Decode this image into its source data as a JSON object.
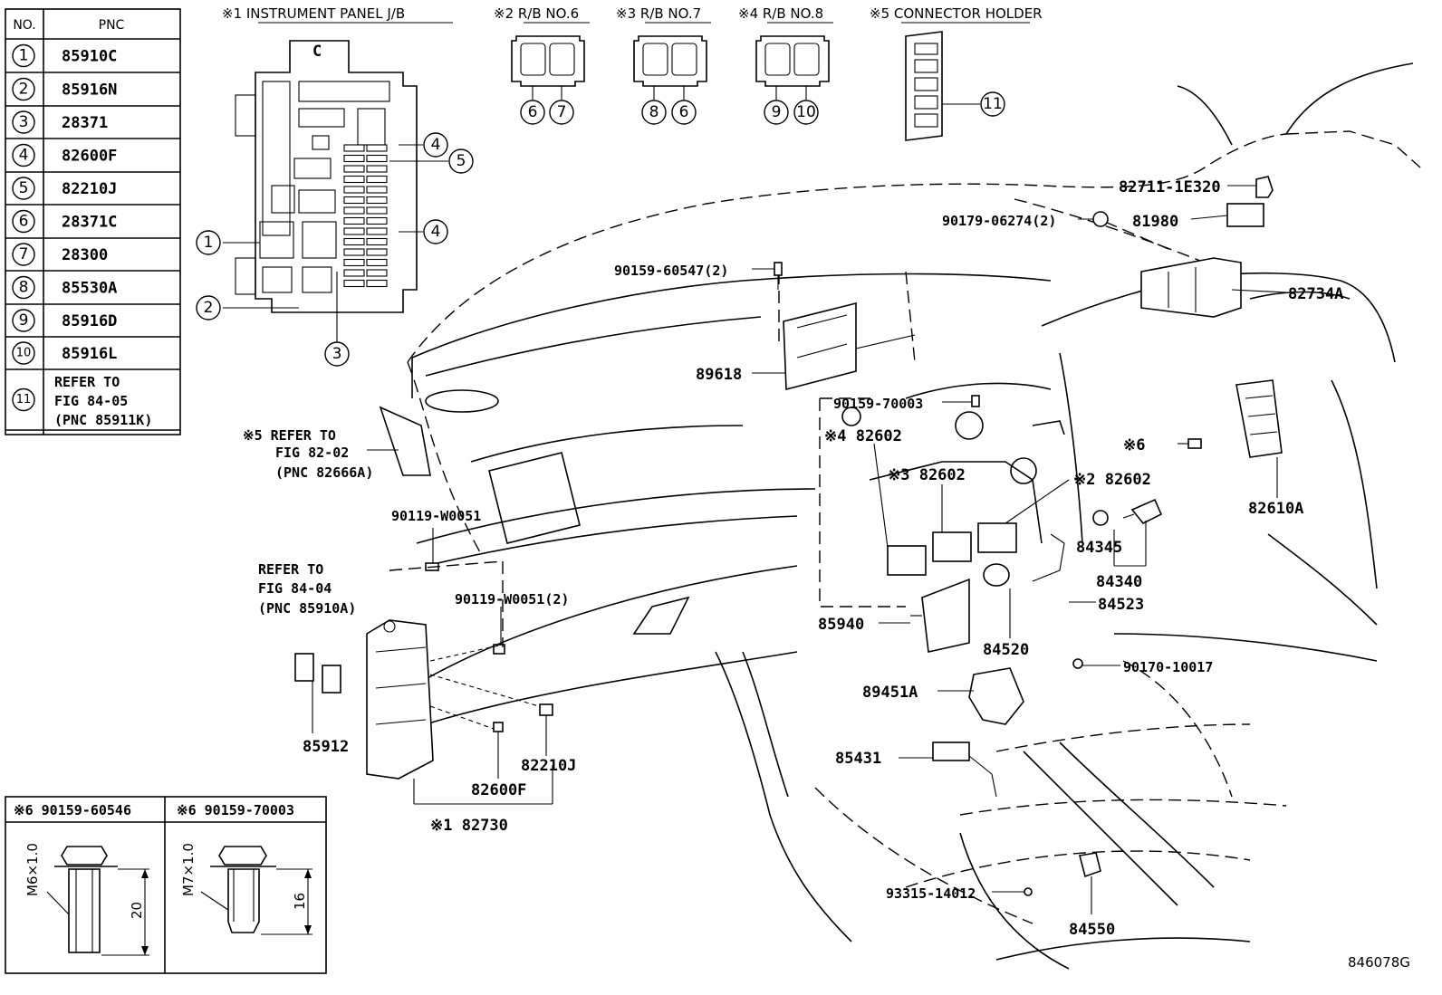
{
  "pnc_table": {
    "col_no": "NO.",
    "col_pnc": "PNC",
    "rows": [
      {
        "no": "1",
        "pnc": [
          "85910C"
        ]
      },
      {
        "no": "2",
        "pnc": [
          "85916N"
        ]
      },
      {
        "no": "3",
        "pnc": [
          "28371"
        ]
      },
      {
        "no": "4",
        "pnc": [
          "82600F"
        ]
      },
      {
        "no": "5",
        "pnc": [
          "82210J"
        ]
      },
      {
        "no": "6",
        "pnc": [
          "28371C"
        ]
      },
      {
        "no": "7",
        "pnc": [
          "28300"
        ]
      },
      {
        "no": "8",
        "pnc": [
          "85530A"
        ]
      },
      {
        "no": "9",
        "pnc": [
          "85916D"
        ]
      },
      {
        "no": "10",
        "pnc": [
          "85916L"
        ]
      },
      {
        "no": "11",
        "pnc": [
          "REFER TO",
          "FIG 84-05",
          "(PNC 85911K)"
        ]
      }
    ]
  },
  "headers": {
    "h1": "※1 INSTRUMENT PANEL J/B",
    "h2": "※2 R/B NO.6",
    "h3": "※3 R/B NO.7",
    "h4": "※4 R/B NO.8",
    "h5": "※5 CONNECTOR HOLDER",
    "jb_letter": "C"
  },
  "callouts": {
    "c1": "1",
    "c2": "2",
    "c3": "3",
    "c4a": "4",
    "c4b": "4",
    "c5": "5",
    "rb6_a": "6",
    "rb6_b": "7",
    "rb7_a": "8",
    "rb7_b": "6",
    "rb8_a": "9",
    "rb8_b": "10",
    "ch": "11"
  },
  "labels": {
    "p82711": "82711-1E320",
    "p90179": "90179-06274(2)",
    "p81980": "81980",
    "p82734A": "82734A",
    "p90159_60547": "90159-60547(2)",
    "p89618": "89618",
    "p90159_70003": "90159-70003",
    "p82602_4": "※4 82602",
    "p82602_3": "※3 82602",
    "p82602_2": "※2 82602",
    "p6": "※6",
    "p82610A": "82610A",
    "p84345": "84345",
    "p84340": "84340",
    "p84523": "84523",
    "p85940": "85940",
    "p84520": "84520",
    "p90170": "90170-10017",
    "p89451A": "89451A",
    "p85431": "85431",
    "p93315": "93315-14012",
    "p84550": "84550",
    "ref5_l1": "※5 REFER TO",
    "ref5_l2": "FIG 82-02",
    "ref5_l3": "(PNC 82666A)",
    "p90119_a": "90119-W0051",
    "ref84_l1": "REFER TO",
    "ref84_l2": "FIG 84-04",
    "ref84_l3": "(PNC 85910A)",
    "p90119_b": "90119-W0051(2)",
    "p85912": "85912",
    "p82210J": "82210J",
    "p82600F": "82600F",
    "p82730": "※1 82730",
    "fig_id": "846078G"
  },
  "bolt_table": {
    "b1_title": "※6 90159-60546",
    "b2_title": "※6 90159-70003",
    "b1_thread": "M6×1.0",
    "b1_len": "20",
    "b2_thread": "M7×1.0",
    "b2_len": "16"
  }
}
